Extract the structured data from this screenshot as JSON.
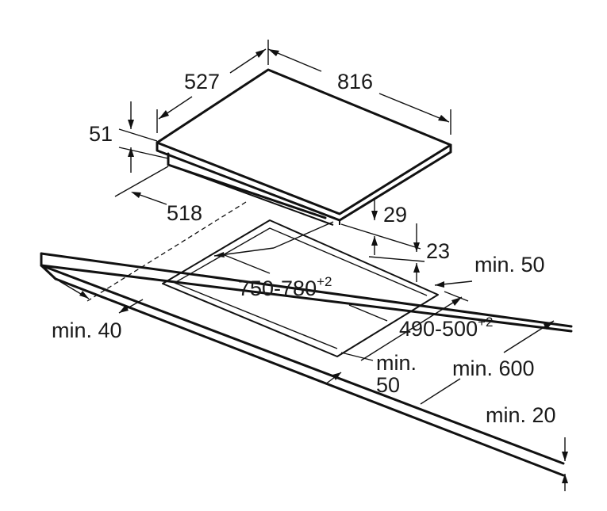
{
  "diagram": {
    "labels": {
      "width_hob": "816",
      "depth_hob": "527",
      "height_hob": "51",
      "inset_518": "518",
      "dim_29": "29",
      "dim_23": "23",
      "cutout_width_main": "750-780",
      "cutout_width_sup": "+2",
      "cutout_depth_main": "490-500",
      "cutout_depth_sup": "+2",
      "min_50_right": "min. 50",
      "min_40": "min. 40",
      "min_50_front_a": "min.",
      "min_50_front_b": "50",
      "min_600": "min. 600",
      "min_20": "min. 20"
    }
  }
}
